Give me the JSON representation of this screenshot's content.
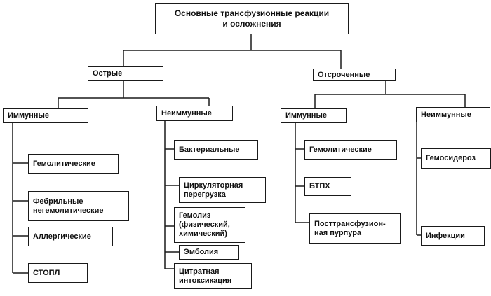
{
  "title": "Основные трансфузионные реакции\nи осложнения",
  "acute": {
    "label": "Острые",
    "immune": {
      "label": "Иммунные",
      "items": [
        "Гемолитические",
        "Фебрильные\nнегемолитические",
        "Аллергические",
        "СТОПЛ"
      ]
    },
    "nonimmune": {
      "label": "Неиммунные",
      "items": [
        "Бактериальные",
        "Циркуляторная\nперегрузка",
        "Гемолиз\n(физический,\nхимический)",
        "Эмболия",
        "Цитратная\nинтоксикация"
      ]
    }
  },
  "delayed": {
    "label": "Отсроченные",
    "immune": {
      "label": "Иммунные",
      "items": [
        "Гемолитические",
        "БТПХ",
        "Посттрансфузион-\nная пурпура"
      ]
    },
    "nonimmune": {
      "label": "Неиммунные",
      "items": [
        "Гемосидероз",
        "Инфекции"
      ]
    }
  }
}
